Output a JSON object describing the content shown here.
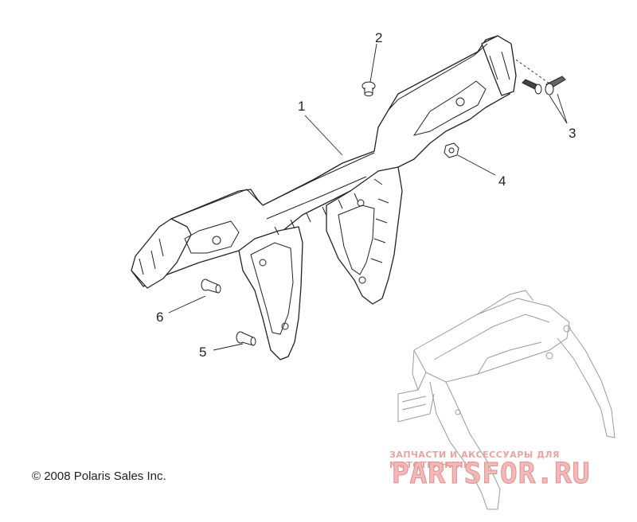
{
  "callouts": [
    {
      "id": "1",
      "label": "1"
    },
    {
      "id": "2",
      "label": "2"
    },
    {
      "id": "3",
      "label": "3"
    },
    {
      "id": "4",
      "label": "4"
    },
    {
      "id": "5",
      "label": "5"
    },
    {
      "id": "6",
      "label": "6"
    }
  ],
  "copyright": "© 2008 Polaris Sales Inc.",
  "watermark": {
    "tagline": "ЗАПЧАСТИ И АКСЕССУАРЫ ДЛЯ МОТОТЕХНИКИ",
    "brand": "PARTSFOR.RU"
  },
  "colors": {
    "line": "#222222",
    "ghost": "#9a9a9a",
    "watermark": "#e28e8e"
  }
}
